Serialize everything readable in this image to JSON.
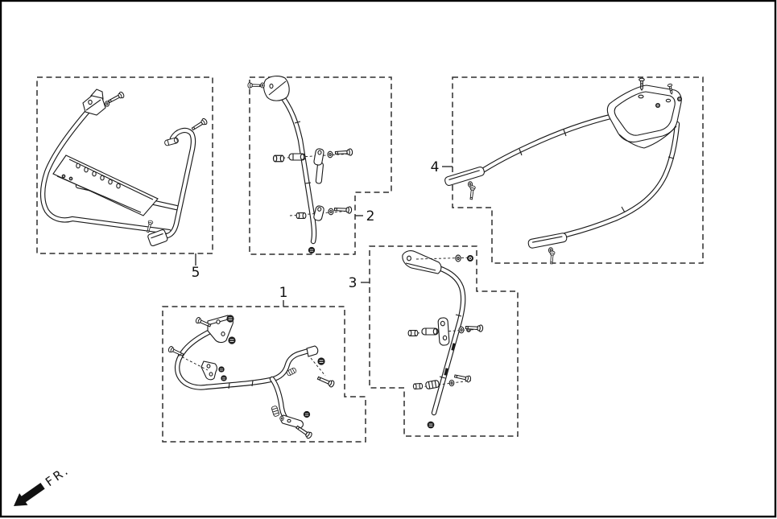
{
  "page": {
    "background": "#ffffff",
    "border_color": "#000000",
    "line_color": "#1a1a1a",
    "dash_color": "#2e2e2e"
  },
  "callouts": [
    {
      "label": "1"
    },
    {
      "label": "2"
    },
    {
      "label": "3"
    },
    {
      "label": "4"
    },
    {
      "label": "5"
    }
  ],
  "direction_indicator": {
    "label": "FR.",
    "arrow_icon": "arrow-down-left"
  }
}
